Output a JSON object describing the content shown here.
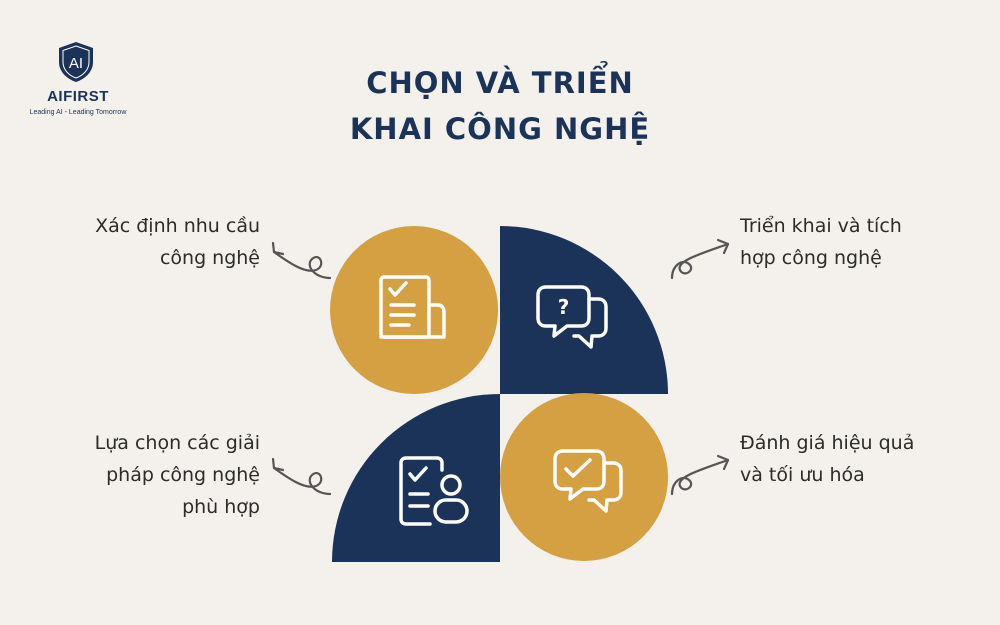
{
  "brand": {
    "logo_mark": "AI",
    "name": "AIFIRST",
    "tagline": "Leading AI - Leading Tomorrow"
  },
  "title": {
    "line1": "CHỌN VÀ TRIỂN",
    "line2": "KHAI CÔNG NGHỆ"
  },
  "steps": [
    {
      "position": "top-left",
      "line1": "Xác định nhu cầu",
      "line2": "công nghệ",
      "icon": "document-checklist-icon",
      "color": "#d4a042"
    },
    {
      "position": "top-right",
      "line1": "Triển khai và tích",
      "line2": "hợp công nghệ",
      "icon": "question-chat-icon",
      "color": "#1c3359"
    },
    {
      "position": "bottom-left",
      "line1": "Lựa chọn các giải",
      "line2": "pháp công nghệ",
      "line3": "phù hợp",
      "icon": "checklist-person-icon",
      "color": "#1c3359"
    },
    {
      "position": "bottom-right",
      "line1": "Đánh giá hiệu quả",
      "line2": "và tối ưu hóa",
      "icon": "check-chat-icon",
      "color": "#d4a042"
    }
  ],
  "colors": {
    "background": "#f4f1ec",
    "navy": "#1c3359",
    "gold": "#d4a042",
    "arrow": "#555555"
  }
}
